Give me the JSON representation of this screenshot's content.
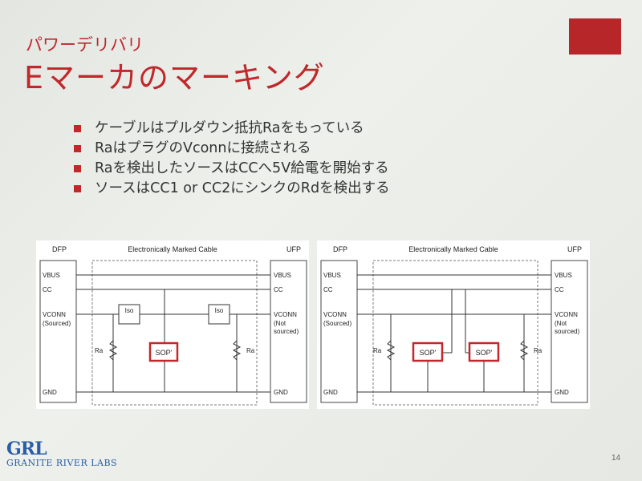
{
  "slide": {
    "subtitle": "パワーデリバリ",
    "title": "Eマーカのマーキング",
    "page_number": "14",
    "accent_color": "#c0282b"
  },
  "bullets": [
    "ケーブルはプルダウン抵抗Raをもっている",
    "RaはプラグのVconnに接続される",
    "Raを検出したソースはCCへ5V給電を開始する",
    "ソースはCC1 or CC2にシンクのRdを検出する"
  ],
  "diagrams": [
    {
      "left_label": "DFP",
      "center_label": "Electronically Marked Cable",
      "right_label": "UFP",
      "vbus": "VBUS",
      "cc": "CC",
      "vconn": "VCONN",
      "left_vconn_state": "(Sourced)",
      "right_vconn_state_1": "(Not",
      "right_vconn_state_2": "sourced)",
      "gnd": "GND",
      "ra": "Ra",
      "iso": "Iso",
      "sop": "SOP'"
    },
    {
      "left_label": "DFP",
      "center_label": "Electronically Marked Cable",
      "right_label": "UFP",
      "vbus": "VBUS",
      "cc": "CC",
      "vconn": "VCONN",
      "left_vconn_state": "(Sourced)",
      "right_vconn_state_1": "(Not",
      "right_vconn_state_2": "sourced)",
      "gnd": "GND",
      "ra": "Ra",
      "sop": "SOP'"
    }
  ],
  "logo": {
    "mark": "GRL",
    "text": "GRANITE RIVER LABS"
  }
}
